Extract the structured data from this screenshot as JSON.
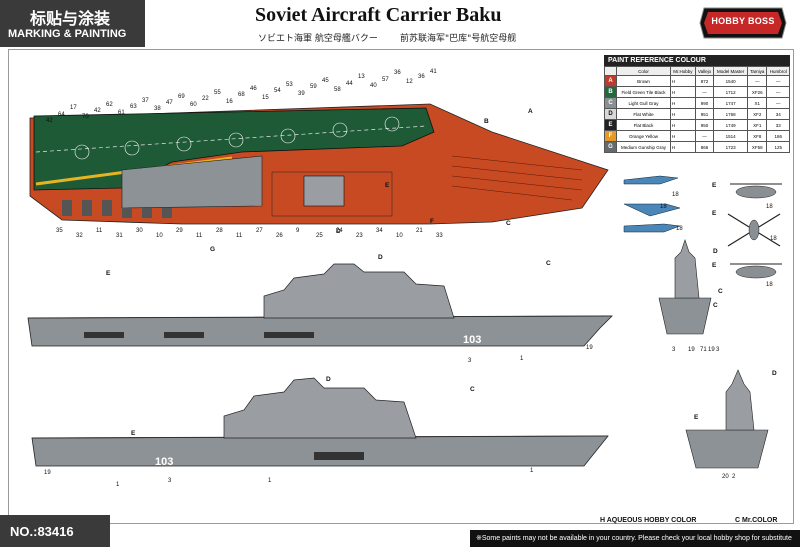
{
  "header": {
    "title_cn": "标贴与涂装",
    "title_en": "MARKING & PAINTING",
    "title": "Soviet Aircraft Carrier Baku",
    "subtitle_jp": "ソビエト海軍 航空母艦バクー",
    "subtitle_cn": "前苏联海军\"巴库\"号航空母舰",
    "brand": "HOBBY BOSS"
  },
  "paint_reference": {
    "title": "PAINT REFERENCE COLOUR",
    "columns": [
      "Color",
      "Mr.Hobby",
      "Vallejo",
      "Model Master",
      "Tamiya",
      "Humbrol"
    ],
    "rows": [
      {
        "letter": "A",
        "color_hex": "#c0392b",
        "name": "Brown",
        "hobby": "H",
        "vallejo": "872",
        "model_master": "1540",
        "tamiya": "—",
        "humbrol": "—"
      },
      {
        "letter": "B",
        "color_hex": "#1f6b3a",
        "name": "Field Green Tile Black",
        "hobby": "H",
        "vallejo": "—",
        "model_master": "1712",
        "tamiya": "XF26",
        "humbrol": "—"
      },
      {
        "letter": "C",
        "color_hex": "#8a8f94",
        "name": "Light Gull Gray",
        "hobby": "H",
        "vallejo": "990",
        "model_master": "1747",
        "tamiya": "X1",
        "humbrol": "—"
      },
      {
        "letter": "D",
        "color_hex": "#d8d8d8",
        "name": "Flat White",
        "hobby": "H",
        "vallejo": "951",
        "model_master": "1768",
        "tamiya": "XF2",
        "humbrol": "34"
      },
      {
        "letter": "E",
        "color_hex": "#222222",
        "name": "Flat Black",
        "hobby": "H",
        "vallejo": "950",
        "model_master": "1749",
        "tamiya": "XF1",
        "humbrol": "33"
      },
      {
        "letter": "F",
        "color_hex": "#e69a24",
        "name": "Orange Yellow",
        "hobby": "H",
        "vallejo": "—",
        "model_master": "1514",
        "tamiya": "XF8",
        "humbrol": "186"
      },
      {
        "letter": "G",
        "color_hex": "#666a6e",
        "name": "Medium Gunship Gray",
        "hobby": "H",
        "vallejo": "866",
        "model_master": "1723",
        "tamiya": "XF58",
        "humbrol": "125"
      }
    ]
  },
  "ship": {
    "hull_number": "103"
  },
  "callouts": {
    "plan_top": [
      "42",
      "64",
      "17",
      "70",
      "42",
      "62",
      "61",
      "63",
      "37",
      "38",
      "47",
      "69",
      "60",
      "22",
      "55",
      "16",
      "68",
      "46",
      "15",
      "54",
      "53",
      "39",
      "59",
      "45",
      "58",
      "44",
      "13",
      "40",
      "57",
      "36",
      "12",
      "36",
      "41"
    ],
    "plan_bottom": [
      "35",
      "32",
      "11",
      "31",
      "30",
      "10",
      "29",
      "11",
      "28",
      "11",
      "27",
      "26",
      "9",
      "25",
      "24",
      "23",
      "34",
      "10",
      "21",
      "33"
    ],
    "profile_upper": [
      "3",
      "1",
      "19"
    ],
    "profile_lower": [
      "19",
      "1",
      "3",
      "1",
      "1"
    ],
    "front_bottom": [
      "3",
      "19",
      "71",
      "19",
      "3"
    ],
    "rear_bottom": [
      "20",
      "2"
    ],
    "air_labels": [
      "18",
      "18",
      "18",
      "18",
      "18",
      "18"
    ]
  },
  "letters": {
    "plan": [
      "A",
      "B",
      "C",
      "D",
      "E",
      "F",
      "G"
    ],
    "profile_upper": [
      "E",
      "D",
      "C"
    ],
    "profile_lower": [
      "D",
      "E",
      "C"
    ],
    "front": [
      "D",
      "C",
      "C"
    ],
    "rear": [
      "D",
      "E"
    ],
    "aircraft": [
      "E",
      "E",
      "E"
    ]
  },
  "footer": {
    "kit_number": "NO.:83416",
    "legend_hobby": "AQUEOUS HOBBY COLOR",
    "legend_mr": "Mr.COLOR",
    "legend_hobby_prefix": "H",
    "legend_mr_prefix": "C",
    "note": "※Some paints may not be available in your country. Please check your local hobby shop for substitute"
  }
}
